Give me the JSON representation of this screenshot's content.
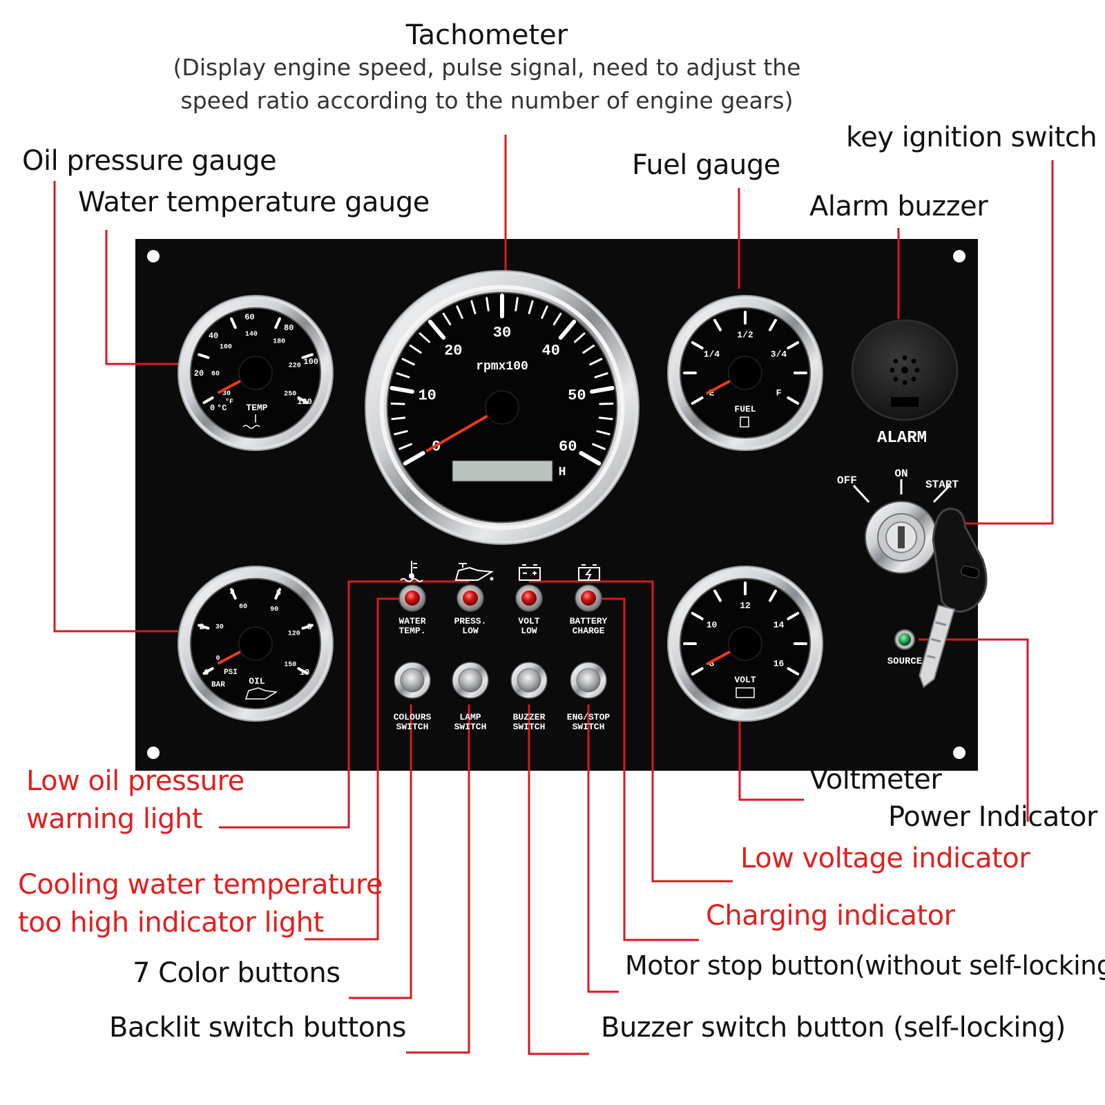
{
  "header": {
    "title": "Tachometer",
    "subtitle_line1": "(Display engine speed, pulse signal, need to adjust the",
    "subtitle_line2": "speed ratio according to the number of engine gears)"
  },
  "callouts": {
    "oil_pressure_gauge": "Oil pressure gauge",
    "water_temperature_gauge": "Water temperature gauge",
    "fuel_gauge": "Fuel gauge",
    "key_ignition_switch": "key ignition switch",
    "alarm_buzzer": "Alarm buzzer",
    "voltmeter": "Voltmeter",
    "power_indicator": "Power Indicator",
    "low_oil_pressure_1": "Low oil pressure",
    "low_oil_pressure_2": "warning light",
    "low_voltage_indicator": "Low voltage indicator",
    "cooling_water_1": "Cooling water temperature",
    "cooling_water_2": "too high indicator light",
    "charging_indicator": "Charging indicator",
    "color_buttons": "7 Color buttons",
    "motor_stop_button": "Motor stop button(without self-locking)",
    "backlit_switch_buttons": "Backlit switch buttons",
    "buzzer_switch_button": "Buzzer switch button (self-locking)"
  },
  "panel": {
    "tachometer": {
      "ticks": [
        "0",
        "10",
        "20",
        "30",
        "40",
        "50",
        "60"
      ],
      "unit": "rpmx100",
      "hour_label": "H"
    },
    "temp_gauge": {
      "outer_ticks": [
        "20",
        "40",
        "60",
        "80",
        "100",
        "120"
      ],
      "inner_ticks": [
        "60",
        "100",
        "140",
        "180",
        "220",
        "250"
      ],
      "outer_unit": "°C",
      "inner_unit": "°F",
      "zero_c": "0",
      "zero_f": "30",
      "label": "TEMP"
    },
    "fuel_gauge": {
      "ticks": [
        "E",
        "1/4",
        "1/2",
        "3/4",
        "F"
      ],
      "label": "FUEL"
    },
    "oil_gauge": {
      "outer_ticks": [
        "0",
        "2",
        "4",
        "6",
        "8",
        "10"
      ],
      "inner_ticks": [
        "0",
        "30",
        "60",
        "90",
        "120",
        "150"
      ],
      "outer_unit": "BAR",
      "inner_unit": "PSI",
      "label": "OIL"
    },
    "volt_gauge": {
      "ticks": [
        "8",
        "10",
        "12",
        "14",
        "16"
      ],
      "label": "VOLT"
    },
    "alarm_label": "ALARM",
    "ignition": {
      "off": "OFF",
      "on": "ON",
      "start": "START"
    },
    "source_label": "SOURCE",
    "indicators": [
      {
        "line1": "WATER",
        "line2": "TEMP."
      },
      {
        "line1": "PRESS.",
        "line2": "LOW"
      },
      {
        "line1": "VOLT",
        "line2": "LOW"
      },
      {
        "line1": "BATTERY",
        "line2": "CHARGE"
      }
    ],
    "switches": [
      {
        "line1": "COLOURS",
        "line2": "SWITCH"
      },
      {
        "line1": "LAMP",
        "line2": "SWITCH"
      },
      {
        "line1": "BUZZER",
        "line2": "SWITCH"
      },
      {
        "line1": "ENG/STOP",
        "line2": "SWITCH"
      }
    ]
  },
  "colors": {
    "panel": "#0b0b0b",
    "callout_line": "#d7191c",
    "warning_label": "#e31e1e",
    "needle": "#f03a12",
    "indicator_red": "#d41313",
    "source_green": "#1fa34a"
  }
}
